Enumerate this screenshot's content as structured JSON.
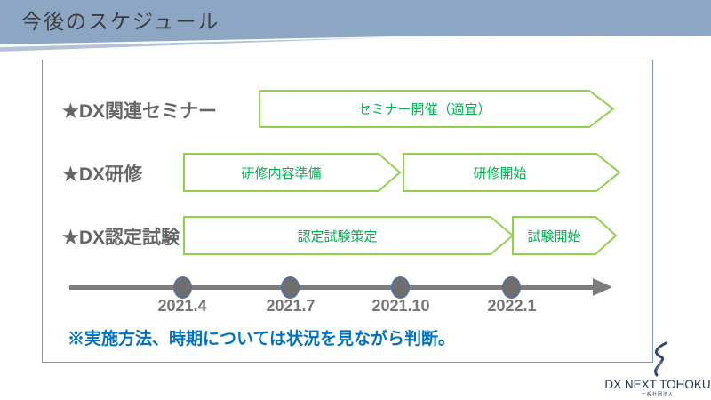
{
  "slide": {
    "title": "今後のスケジュール"
  },
  "schedule": {
    "rows": [
      {
        "label": "★DX関連セミナー",
        "arrows": [
          {
            "text": "セミナー開催（適宜）"
          }
        ]
      },
      {
        "label": "★DX研修",
        "arrows": [
          {
            "text": "研修内容準備"
          },
          {
            "text": "研修開始"
          }
        ]
      },
      {
        "label": "★DX認定試験",
        "arrows": [
          {
            "text": "認定試験策定"
          },
          {
            "text": "試験開始"
          }
        ]
      }
    ]
  },
  "timeline": {
    "labels": [
      "2021.4",
      "2021.7",
      "2021.10",
      "2022.1"
    ]
  },
  "note": {
    "text": "※実施方法、時期については状況を見ながら判断。"
  },
  "logo": {
    "wordmark": "DX NEXT TOHOKU",
    "subtext": "一般社団法人"
  },
  "colors": {
    "header_band": "#8CA6C4",
    "header_wedge": "#B3C4D8",
    "title_gray": "#3C3C3C",
    "panel_border": "#7C98BC",
    "arrow_border": "#92D050",
    "arrow_text_green": "#00B050",
    "row_label_gray": "#666666",
    "timeline_gray": "#7D7D7D",
    "dot_fill": "#6E6E6E",
    "dot_outline": "#4472C4",
    "tick_label_gray": "#757575",
    "note_blue": "#0070C0",
    "logo_navy": "#26364F"
  }
}
